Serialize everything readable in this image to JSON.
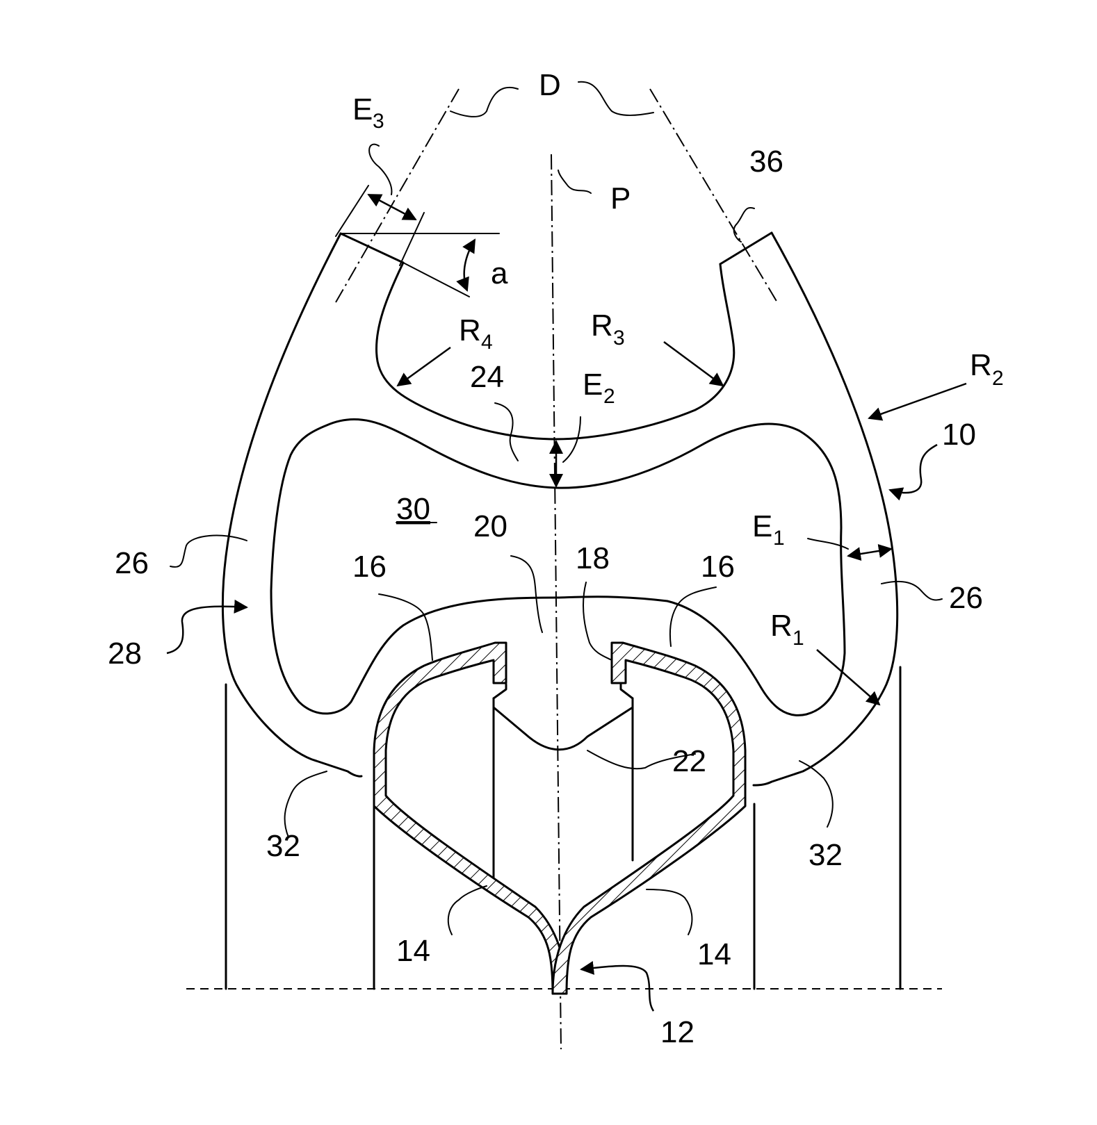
{
  "labels": {
    "D": "D",
    "E3": "E",
    "E3_sub": "3",
    "P": "P",
    "n36": "36",
    "a": "a",
    "R4": "R",
    "R4_sub": "4",
    "R3": "R",
    "R3_sub": "3",
    "R2": "R",
    "R2_sub": "2",
    "n24": "24",
    "E2": "E",
    "E2_sub": "2",
    "n10": "10",
    "n30": "30",
    "n20": "20",
    "E1": "E",
    "E1_sub": "1",
    "n26_left": "26",
    "n26_right": "26",
    "n16_left": "16",
    "n18": "18",
    "n16_right": "16",
    "R1": "R",
    "R1_sub": "1",
    "n28": "28",
    "n22": "22",
    "n32_left": "32",
    "n32_right": "32",
    "n14_left": "14",
    "n14_right": "14",
    "n12": "12"
  }
}
